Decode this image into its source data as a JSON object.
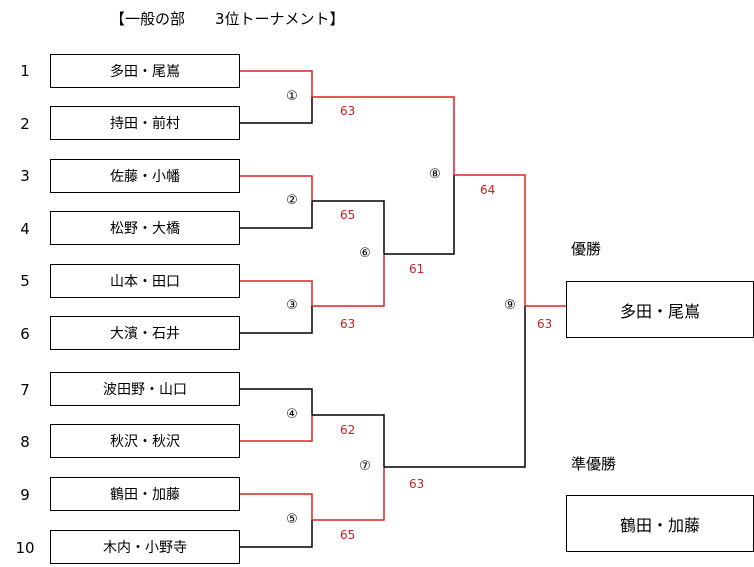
{
  "title": "【一般の部　　3位トーナメント】",
  "entries": [
    {
      "seed": "1",
      "team": "多田・尾嶌"
    },
    {
      "seed": "2",
      "team": "持田・前村"
    },
    {
      "seed": "3",
      "team": "佐藤・小幡"
    },
    {
      "seed": "4",
      "team": "松野・大橋"
    },
    {
      "seed": "5",
      "team": "山本・田口"
    },
    {
      "seed": "6",
      "team": "大濱・石井"
    },
    {
      "seed": "7",
      "team": "波田野・山口"
    },
    {
      "seed": "8",
      "team": "秋沢・秋沢"
    },
    {
      "seed": "9",
      "team": "鶴田・加藤"
    },
    {
      "seed": "10",
      "team": "木内・小野寺"
    }
  ],
  "matches": {
    "m1": {
      "label": "①",
      "score": "63"
    },
    "m2": {
      "label": "②",
      "score": "65"
    },
    "m3": {
      "label": "③",
      "score": "63"
    },
    "m4": {
      "label": "④",
      "score": "62"
    },
    "m5": {
      "label": "⑤",
      "score": "65"
    },
    "m6": {
      "label": "⑥",
      "score": "61"
    },
    "m7": {
      "label": "⑦",
      "score": "63"
    },
    "m8": {
      "label": "⑧",
      "score": "64"
    },
    "m9": {
      "label": "⑨",
      "score": "63"
    }
  },
  "results": {
    "winner_label": "優勝",
    "winner": "多田・尾嶌",
    "runner_up_label": "準優勝",
    "runner_up": "鶴田・加藤"
  },
  "colors": {
    "winner_line": "#dd2222",
    "line": "#000000",
    "score": "#cc2222"
  }
}
